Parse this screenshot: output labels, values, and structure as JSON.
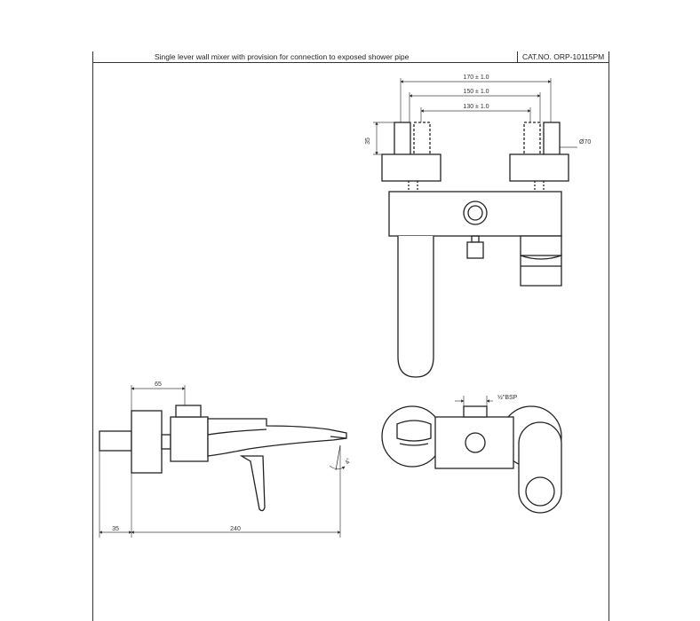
{
  "header": {
    "title": "Single lever wall mixer with provision for connection to exposed shower pipe",
    "cat_no": "CAT.NO. ORP-10115PM"
  },
  "front_view": {
    "dim_outer": "170 ± 1.0",
    "dim_mid": "150 ± 1.0",
    "dim_inner": "130 ± 1.0",
    "dim_height": "35",
    "dim_diameter": "Ø70"
  },
  "side_view": {
    "dim_top": "65",
    "dim_left": "35",
    "dim_length": "240",
    "dim_angle": "4°"
  },
  "top_view": {
    "thread_label": "½\"BSP"
  }
}
